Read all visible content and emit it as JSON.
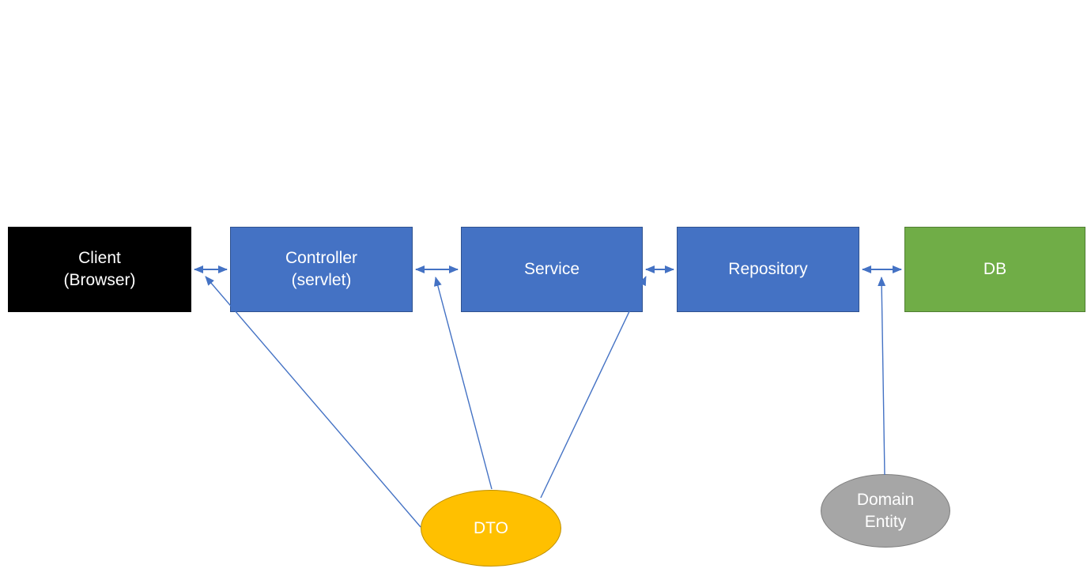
{
  "diagram": {
    "type": "layered-architecture-flow",
    "nodes": {
      "client": {
        "shape": "rectangle",
        "fill": "#000000",
        "line1": "Client",
        "line2": "(Browser)"
      },
      "controller": {
        "shape": "rectangle",
        "fill": "#4472C4",
        "line1": "Controller",
        "line2": "(servlet)"
      },
      "service": {
        "shape": "rectangle",
        "fill": "#4472C4",
        "label": "Service"
      },
      "repository": {
        "shape": "rectangle",
        "fill": "#4472C4",
        "label": "Repository"
      },
      "db": {
        "shape": "rectangle",
        "fill": "#70AD47",
        "label": "DB"
      },
      "dto": {
        "shape": "ellipse",
        "fill": "#FFC000",
        "label": "DTO"
      },
      "domain_entity": {
        "shape": "ellipse",
        "fill": "#A6A6A6",
        "line1": "Domain",
        "line2": "Entity"
      }
    },
    "edges": [
      {
        "from": "client",
        "to": "controller",
        "style": "double-arrow"
      },
      {
        "from": "controller",
        "to": "service",
        "style": "double-arrow"
      },
      {
        "from": "service",
        "to": "repository",
        "style": "double-arrow"
      },
      {
        "from": "repository",
        "to": "db",
        "style": "double-arrow"
      },
      {
        "from": "dto",
        "to": "client-controller-interface",
        "style": "arrow"
      },
      {
        "from": "dto",
        "to": "controller-service-interface",
        "style": "arrow"
      },
      {
        "from": "dto",
        "to": "service-repository-interface",
        "style": "arrow"
      },
      {
        "from": "domain_entity",
        "to": "repository-db-interface",
        "style": "arrow"
      }
    ],
    "colors": {
      "box_blue": "#4472C4",
      "box_blue_border": "#2F528F",
      "box_black": "#000000",
      "box_green": "#70AD47",
      "box_green_border": "#507E32",
      "ellipse_gold": "#FFC000",
      "ellipse_gold_border": "#BF9000",
      "ellipse_gray": "#A6A6A6",
      "ellipse_gray_border": "#7F7F7F",
      "connector": "#4472C4",
      "text": "#FFFFFF",
      "background": "#FFFFFF"
    }
  }
}
